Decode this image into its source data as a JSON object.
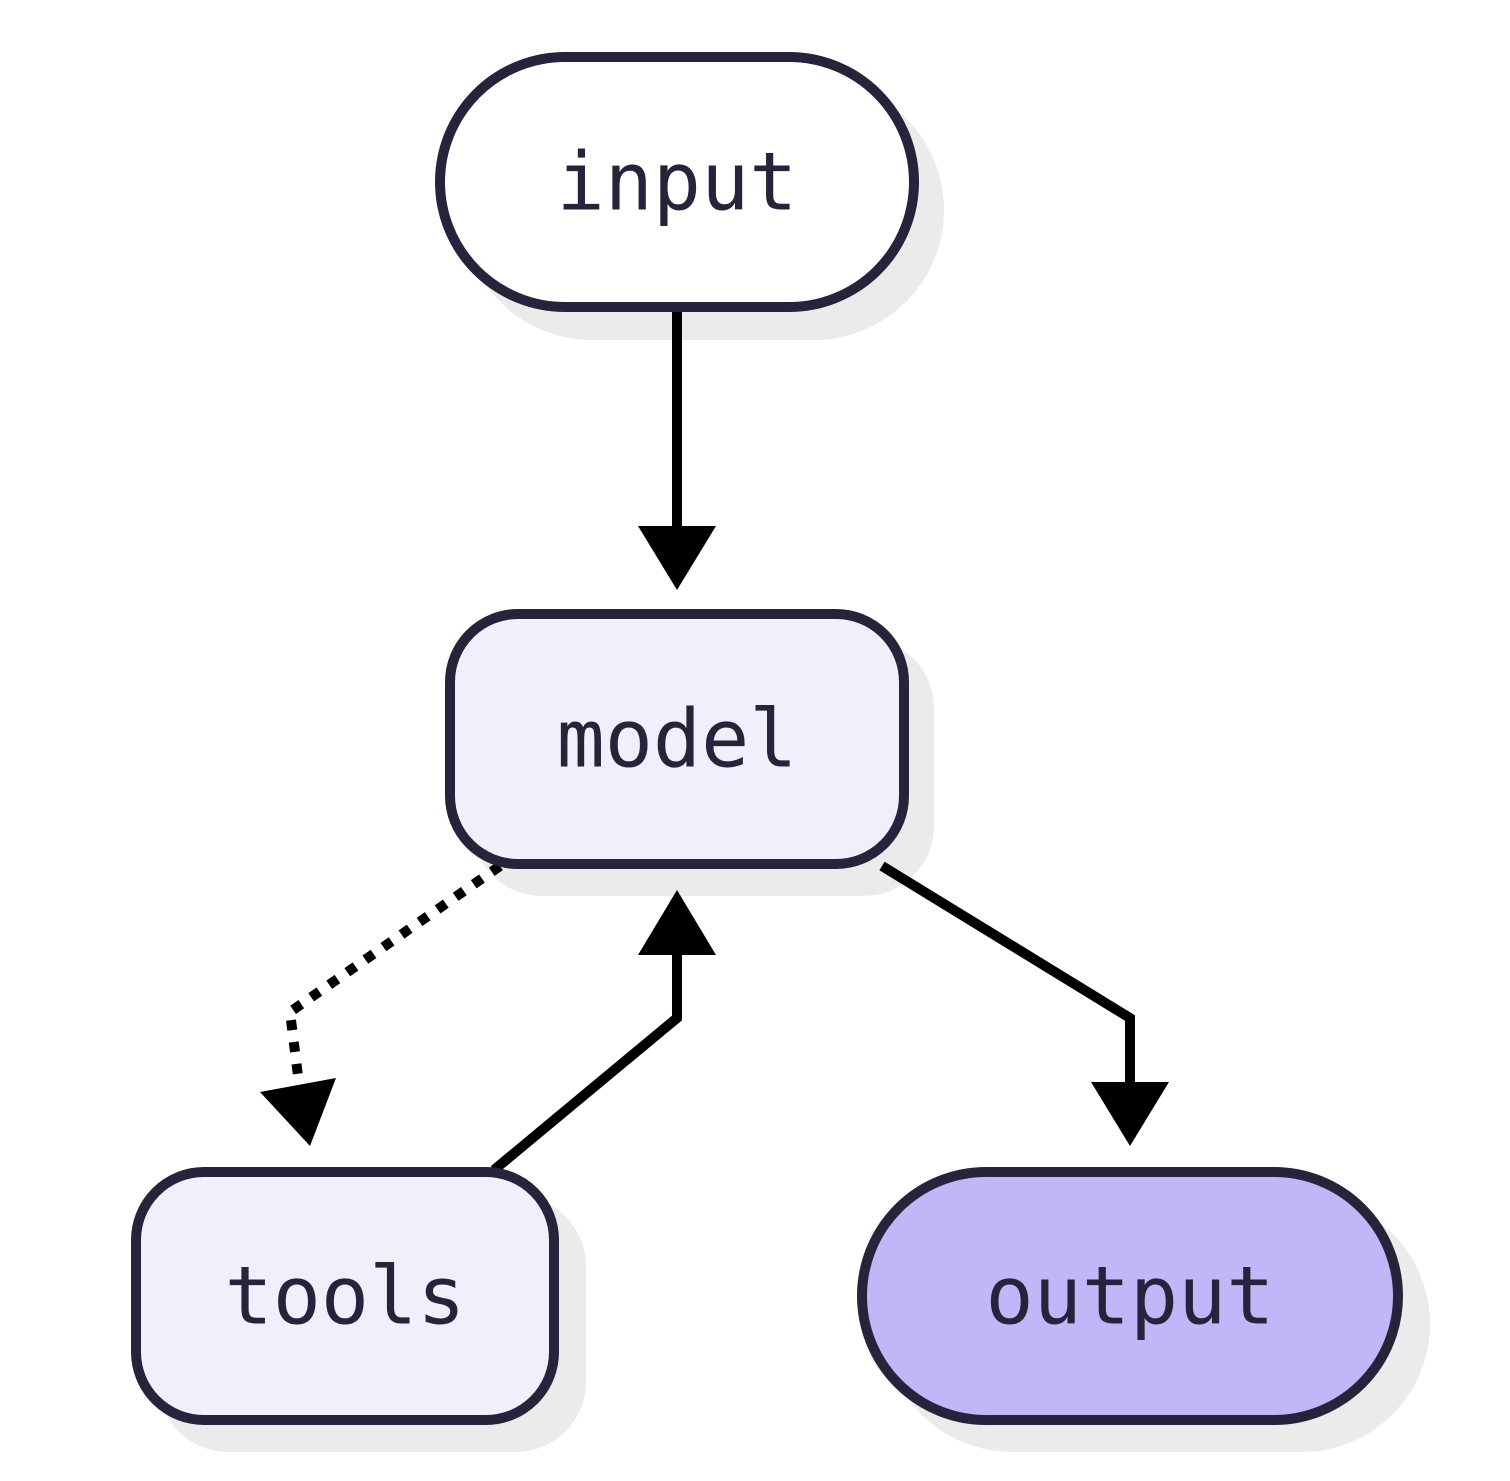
{
  "colors": {
    "border": "#26243a",
    "start_fill": "#ffffff",
    "process_fill": "#f0effb",
    "end_fill": "#c0b6f8",
    "edge": "#000000",
    "shadow": "#ebebeb"
  },
  "nodes": {
    "input": {
      "label": "input",
      "shape": "stadium",
      "fill": "#ffffff"
    },
    "model": {
      "label": "model",
      "shape": "rounded-rect",
      "fill": "#f0effb"
    },
    "tools": {
      "label": "tools",
      "shape": "rounded-rect",
      "fill": "#f0effb"
    },
    "output": {
      "label": "output",
      "shape": "stadium",
      "fill": "#c0b6f8"
    }
  },
  "edges": [
    {
      "from": "input",
      "to": "model",
      "style": "solid"
    },
    {
      "from": "model",
      "to": "tools",
      "style": "dotted"
    },
    {
      "from": "tools",
      "to": "model",
      "style": "solid"
    },
    {
      "from": "model",
      "to": "output",
      "style": "solid"
    }
  ]
}
